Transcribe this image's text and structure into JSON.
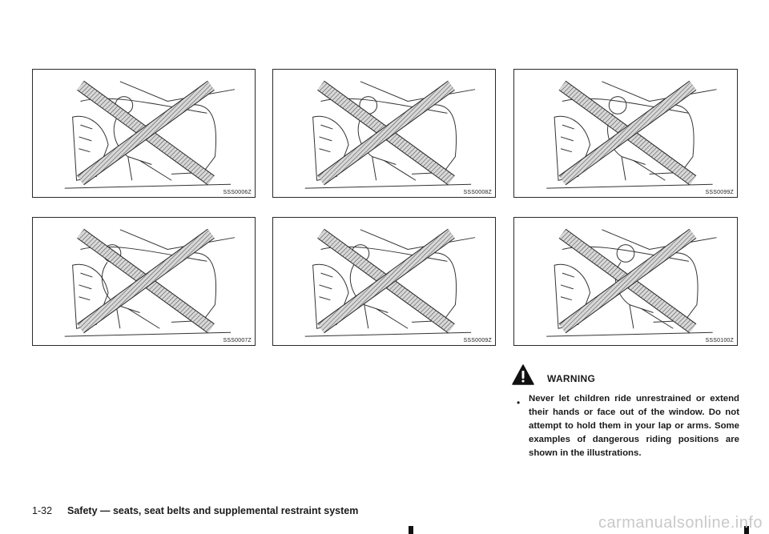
{
  "figures": [
    {
      "code": "SSS0006Z",
      "icon": "child-unrestrained-dashboard-icon"
    },
    {
      "code": "SSS0008Z",
      "icon": "child-leaning-on-dashboard-icon"
    },
    {
      "code": "SSS0099Z",
      "icon": "child-held-in-lap-icon"
    },
    {
      "code": "SSS0007Z",
      "icon": "child-standing-in-front-icon"
    },
    {
      "code": "SSS0009Z",
      "icon": "child-kneeling-on-seat-icon"
    },
    {
      "code": "SSS0100Z",
      "icon": "child-seat-airbag-icon"
    }
  ],
  "warning": {
    "title": "WARNING",
    "icon": "warning-triangle-icon",
    "bullet": "•",
    "text": "Never let children ride unrestrained or extend their hands or face out of the window. Do not attempt to hold them in your lap or arms. Some examples of dangerous riding positions are shown in the illustrations."
  },
  "footer": {
    "page_number": "1-32",
    "section_title": "Safety — seats, seat belts and supplemental restraint system"
  },
  "watermark": "carmanualsonline.info"
}
